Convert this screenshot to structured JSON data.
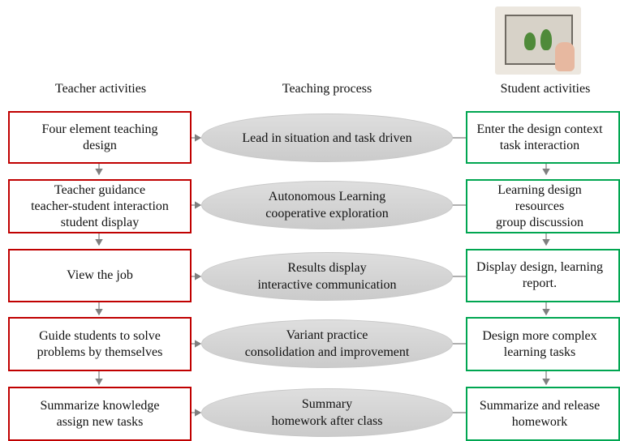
{
  "headers": {
    "teacher": "Teacher activities",
    "process": "Teaching process",
    "student": "Student activities"
  },
  "rows": [
    {
      "teacher": "Four element teaching\ndesign",
      "process": "Lead in situation and task driven",
      "student": "Enter the design context\ntask interaction"
    },
    {
      "teacher": "Teacher guidance\nteacher-student interaction\nstudent display",
      "process": "Autonomous Learning\ncooperative exploration",
      "student": "Learning design\nresources\ngroup discussion"
    },
    {
      "teacher": "View the job",
      "process": "Results display\ninteractive communication",
      "student": "Display design, learning\nreport."
    },
    {
      "teacher": "Guide students to solve\nproblems by themselves",
      "process": "Variant practice\nconsolidation and improvement",
      "student": "Design more complex\nlearning tasks"
    },
    {
      "teacher": "Summarize knowledge\nassign new tasks",
      "process": "Summary\nhomework after class",
      "student": "Summarize and release\nhomework"
    }
  ],
  "colors": {
    "teacher_border": "#c00000",
    "student_border": "#00a651",
    "process_fill": "#d3d3d3",
    "connector": "#7f7f7f"
  },
  "image": {
    "icon": "tablet-touch-photo"
  }
}
